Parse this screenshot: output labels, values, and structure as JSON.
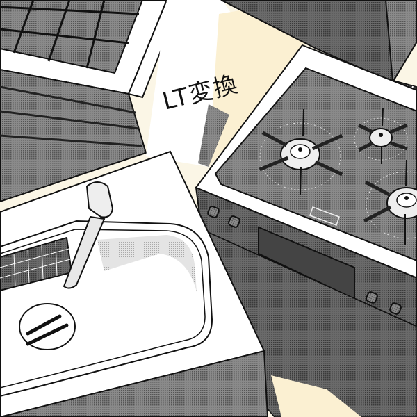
{
  "illustration": {
    "style": "manga screentone",
    "caption": "LT変換",
    "subjects": [
      "kitchen-sink",
      "faucet",
      "dish-rack",
      "drain",
      "gas-stove",
      "burners",
      "range-hood",
      "cabinets",
      "tiled-counter"
    ],
    "colors": {
      "background": "#fbf6e6",
      "tone_dark": "#5a5a5a",
      "tone_mid": "#7d7d7d",
      "tone_light": "#c8c8c8",
      "white": "#ffffff",
      "ink": "#111111"
    },
    "stove": {
      "burner_count": 3
    }
  }
}
